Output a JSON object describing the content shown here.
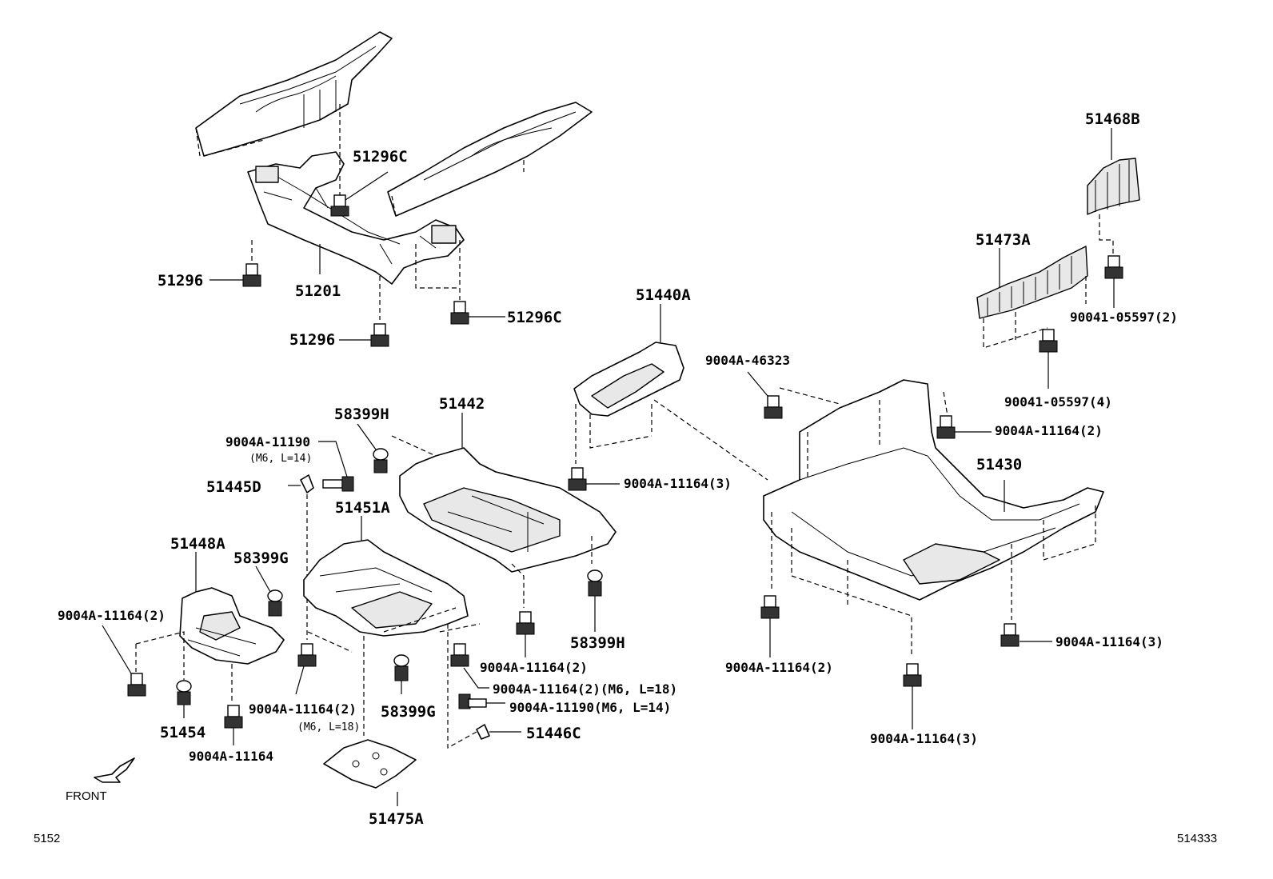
{
  "labels": {
    "p51296C_top": "51296C",
    "p51296_left": "51296",
    "p51201": "51201",
    "p51296C_bottom": "51296C",
    "p51296_bottom": "51296",
    "p51440A": "51440A",
    "p51468B": "51468B",
    "p51473A": "51473A",
    "p90041_05597_2": "90041-05597(2)",
    "p90041_05597_4": "90041-05597(4)",
    "p9004A_46323": "9004A-46323",
    "p9004A_11164_2_right": "9004A-11164(2)",
    "p51430": "51430",
    "p58399H_top": "58399H",
    "p51442": "51442",
    "p9004A_11190_top": "9004A-11190",
    "p9004A_11190_top_sub": "(M6, L=14)",
    "p51445D": "51445D",
    "p51451A": "51451A",
    "p9004A_11164_3_mid": "9004A-11164(3)",
    "p51448A": "51448A",
    "p58399G_top": "58399G",
    "p9004A_11164_2_left": "9004A-11164(2)",
    "p58399H_bottom": "58399H",
    "p9004A_11164_2_center": "9004A-11164(2)",
    "p9004A_11164_2_m6": "9004A-11164(2)(M6, L=18)",
    "p9004A_11190_bottom": "9004A-11190(M6, L=14)",
    "p51446C": "51446C",
    "p9004A_11164_2_lower": "9004A-11164(2)",
    "p9004A_11164_2_lower_sub": "(M6, L=18)",
    "p58399G_bottom": "58399G",
    "p51454": "51454",
    "p9004A_11164": "9004A-11164",
    "p51475A": "51475A",
    "p9004A_11164_2_rightlow": "9004A-11164(2)",
    "p9004A_11164_3_rightbottom": "9004A-11164(3)",
    "p9004A_11164_3_far": "9004A-11164(3)"
  },
  "front_label": "FRONT",
  "footer": {
    "left_code": "5152",
    "right_code": "514333"
  }
}
